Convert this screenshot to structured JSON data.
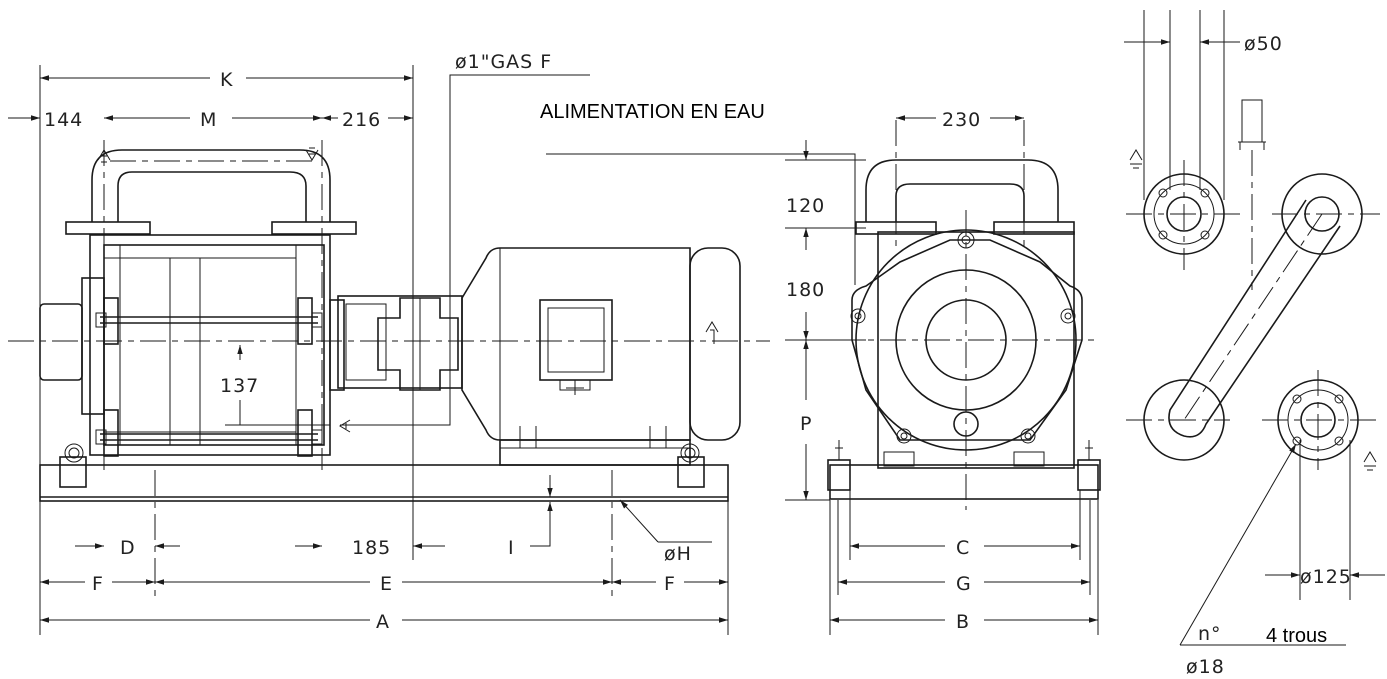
{
  "labels": {
    "K": "K",
    "M": "M",
    "d144": "144",
    "d216": "216",
    "gas": "ø1\"GAS F",
    "alim": "ALIMENTATION EN EAU",
    "d230": "230",
    "d120": "120",
    "d180": "180",
    "d137": "137",
    "P": "P",
    "D": "D",
    "d185": "185",
    "I": "I",
    "H": "øH",
    "F1": "F",
    "E": "E",
    "F2": "F",
    "A": "A",
    "C": "C",
    "G": "G",
    "B": "B",
    "d50": "ø50",
    "d125": "ø125",
    "n": "n°",
    "trous": "4 trous",
    "d18": "ø18"
  }
}
